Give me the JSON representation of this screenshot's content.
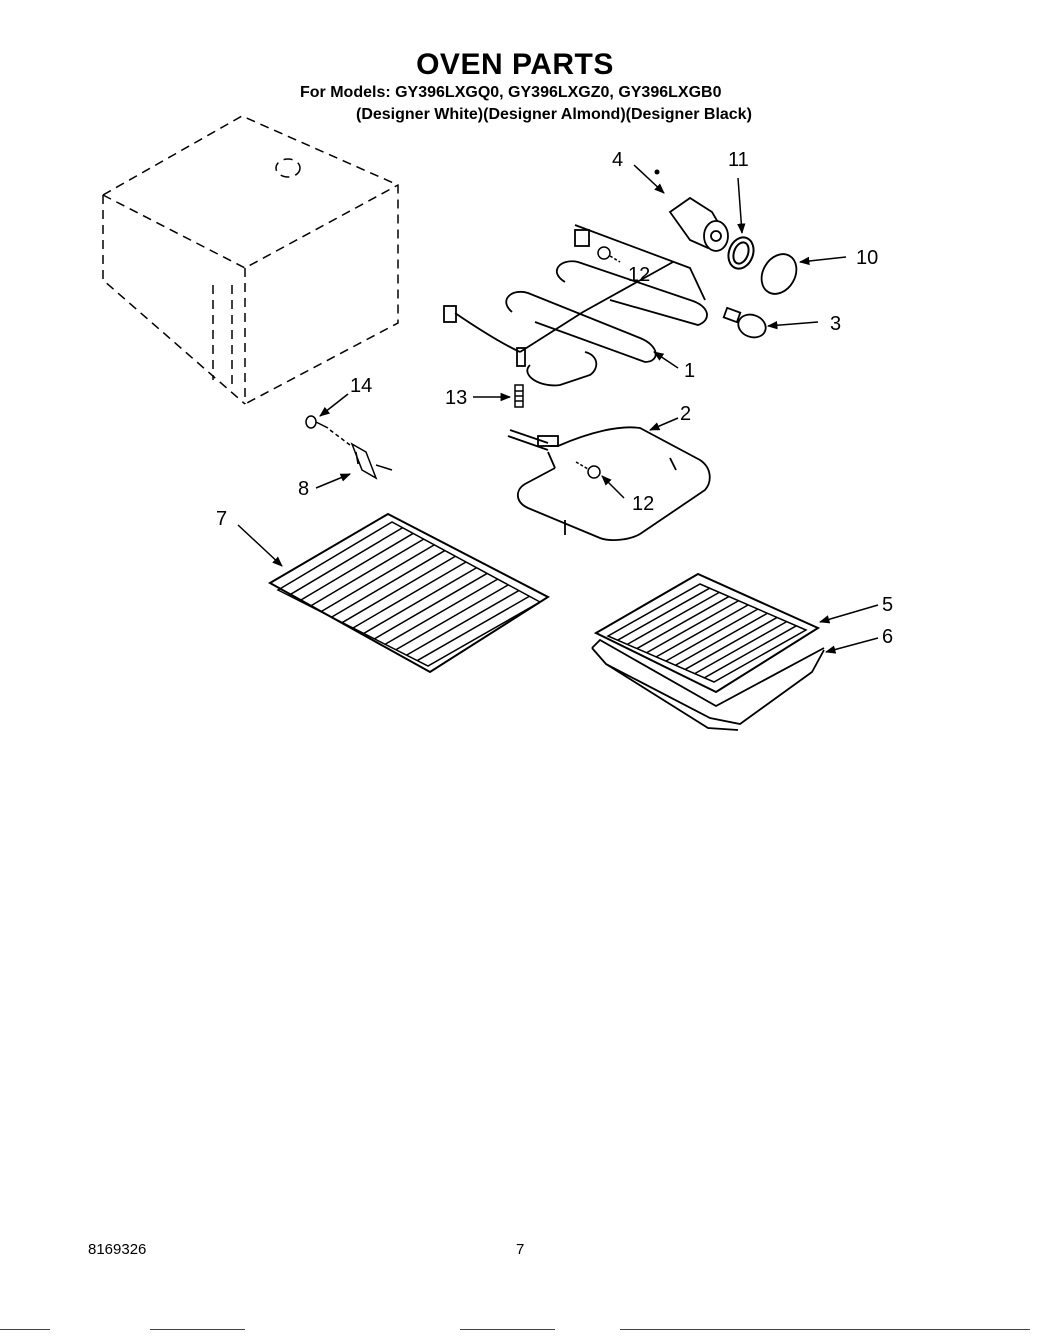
{
  "header": {
    "title": "OVEN PARTS",
    "models_line": "For Models: GY396LXGQ0, GY396LXGZ0, GY396LXGB0",
    "colors_line": "(Designer White)(Designer Almond)(Designer Black)"
  },
  "callouts": {
    "c1": "1",
    "c2": "2",
    "c3": "3",
    "c4": "4",
    "c5": "5",
    "c6": "6",
    "c7": "7",
    "c8": "8",
    "c10": "10",
    "c11": "11",
    "c12a": "12",
    "c12b": "12",
    "c13": "13",
    "c14": "14"
  },
  "footer": {
    "doc_number": "8169326",
    "page_number": "7"
  }
}
